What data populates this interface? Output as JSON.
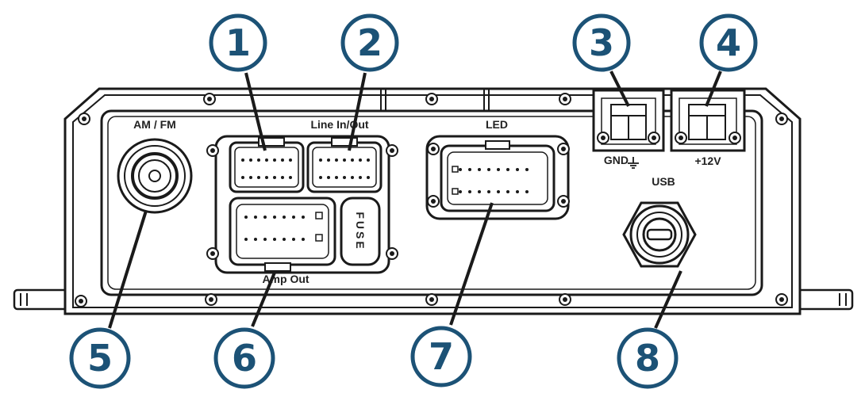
{
  "labels": {
    "am_fm": "AM / FM",
    "line_in_out": "Line In/Out",
    "led": "LED",
    "gnd": "GND",
    "plus12v": "+12V",
    "usb": "USB",
    "amp_out": "Amp Out",
    "fuse": "FUSE"
  },
  "callouts": [
    "1",
    "2",
    "3",
    "4",
    "5",
    "6",
    "7",
    "8"
  ],
  "colors": {
    "callout": "#1c5276",
    "line": "#1a1a1a",
    "panel": "#ffffff"
  }
}
